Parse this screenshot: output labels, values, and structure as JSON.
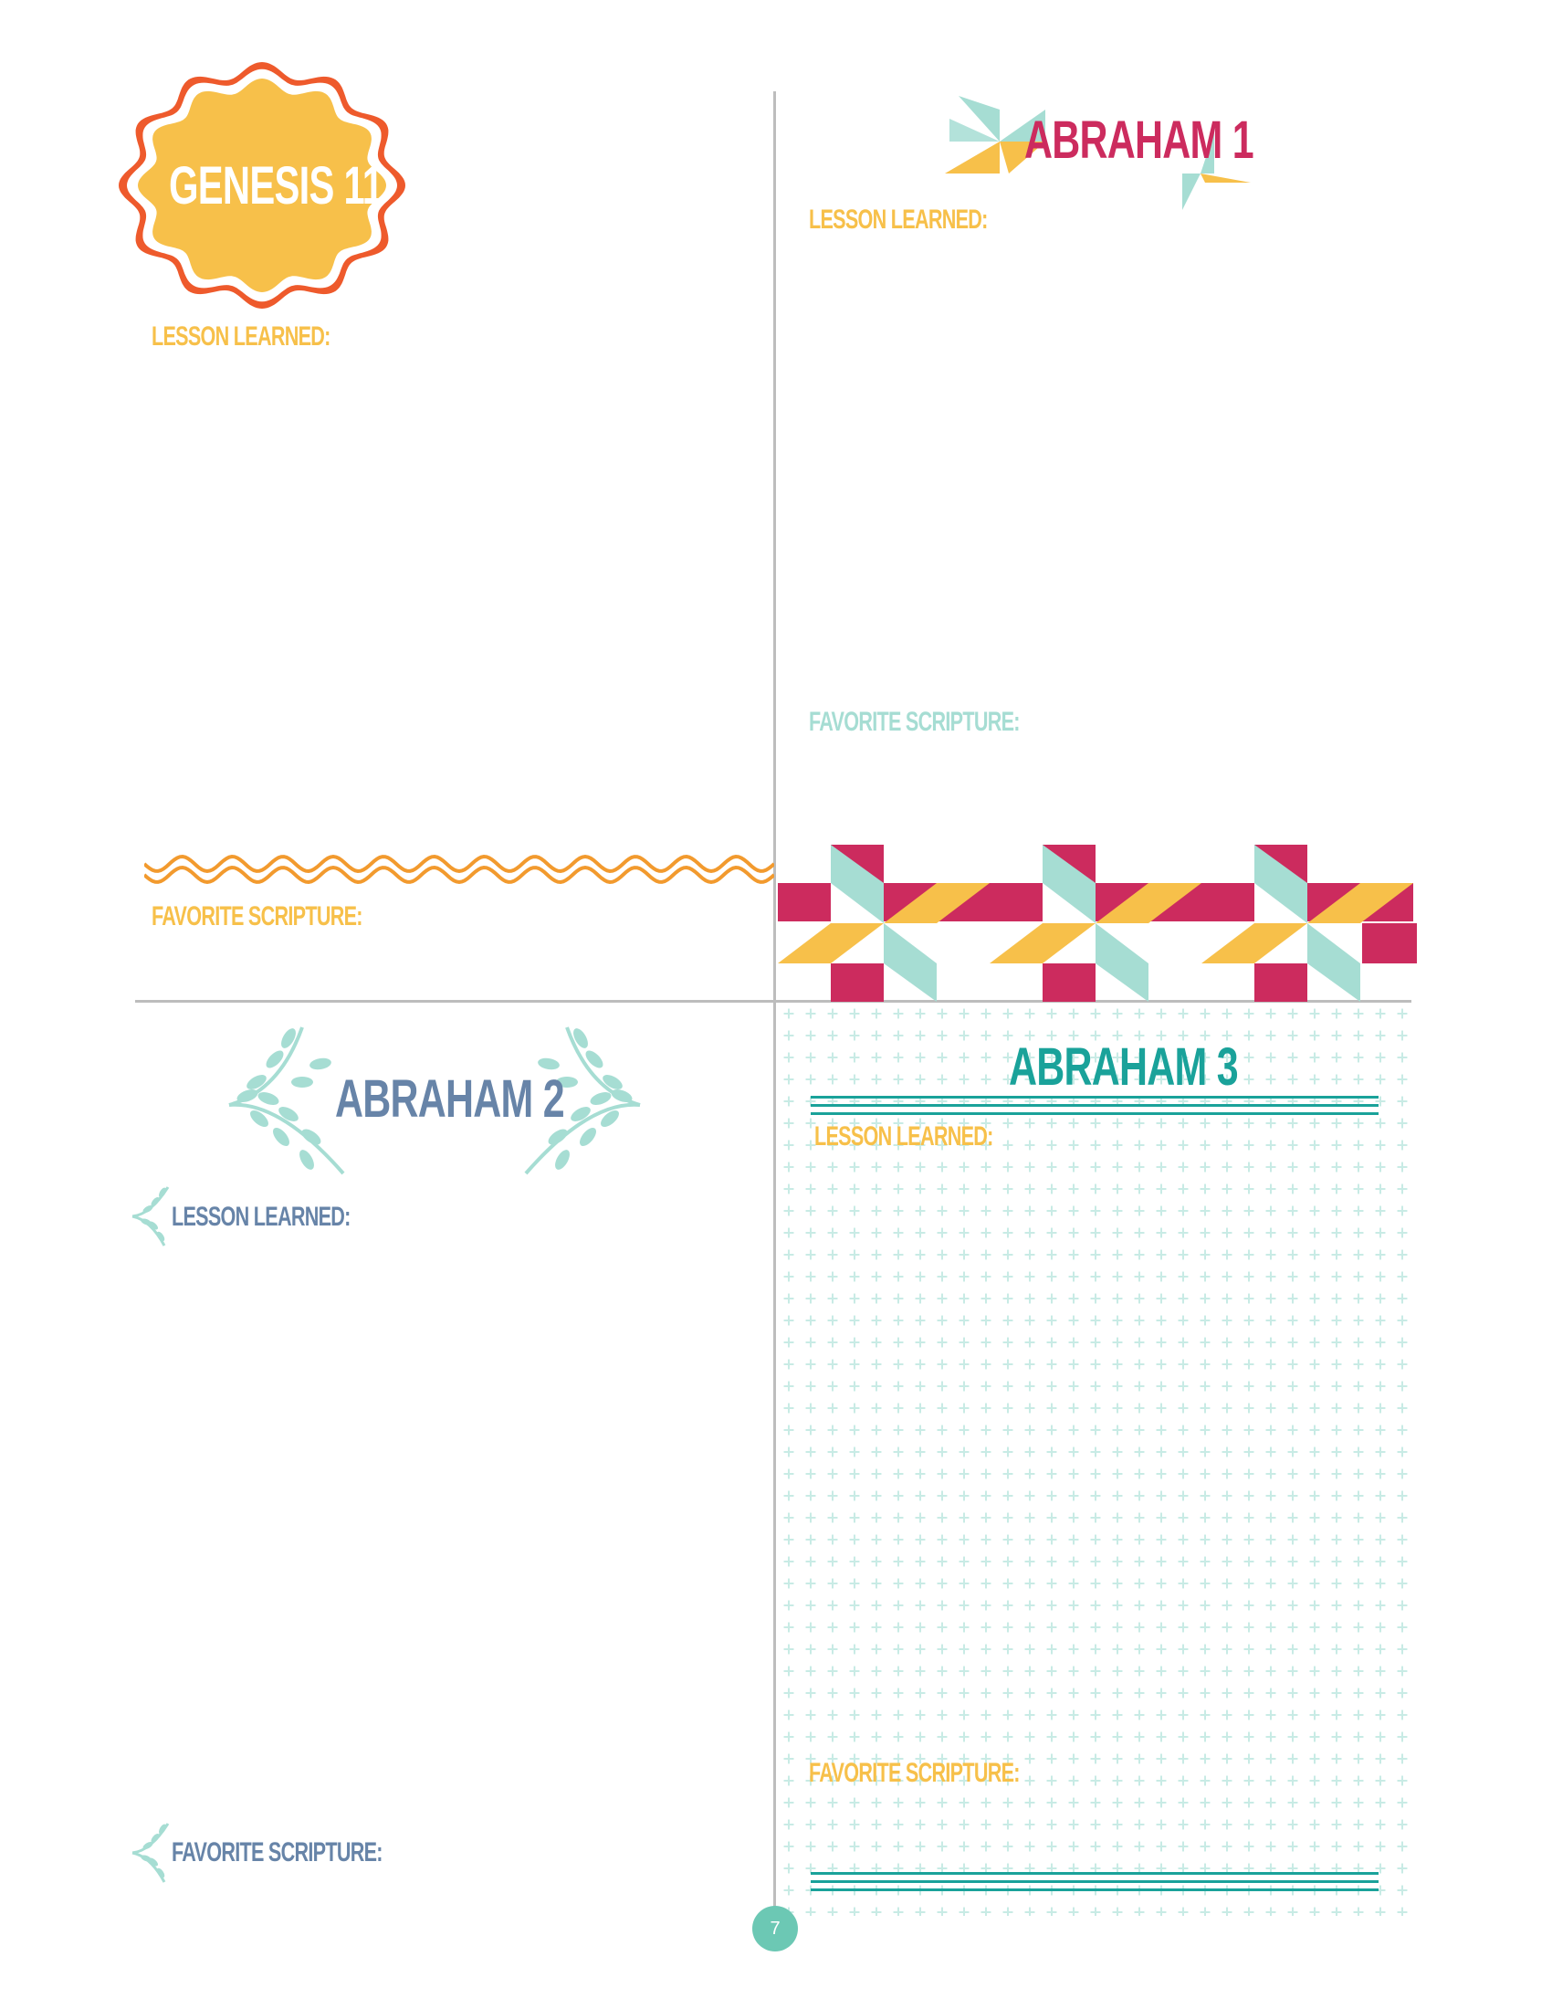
{
  "sections": {
    "genesis11": {
      "title": "GENESIS 11",
      "lesson_label": "LESSON LEARNED:",
      "scripture_label": "FAVORITE SCRIPTURE:"
    },
    "abraham1": {
      "title": "ABRAHAM 1",
      "lesson_label": "LESSON LEARNED:",
      "scripture_label": "FAVORITE SCRIPTURE:"
    },
    "abraham2": {
      "title": "ABRAHAM 2",
      "lesson_label": "LESSON LEARNED:",
      "scripture_label": "FAVORITE SCRIPTURE:"
    },
    "abraham3": {
      "title": "ABRAHAM 3",
      "lesson_label": "LESSON LEARNED:",
      "scripture_label": "FAVORITE SCRIPTURE:"
    }
  },
  "page_number": "7",
  "colors": {
    "yellow": "#f7c04a",
    "orange": "#ee5a2c",
    "wave_orange": "#f29a2e",
    "mint": "#a6ddd3",
    "crimson": "#cc2b5e",
    "slate": "#6784a8",
    "teal": "#1aa29a",
    "divider": "#bdbdbd"
  },
  "icons": {
    "genesis_badge": "scalloped-badge-icon",
    "abraham1_pinwheel": "pinwheel-icon",
    "abraham2_laurels": "laurel-branch-icon",
    "label_sprig": "leaf-sprig-icon",
    "page_circle": "circle-icon"
  }
}
